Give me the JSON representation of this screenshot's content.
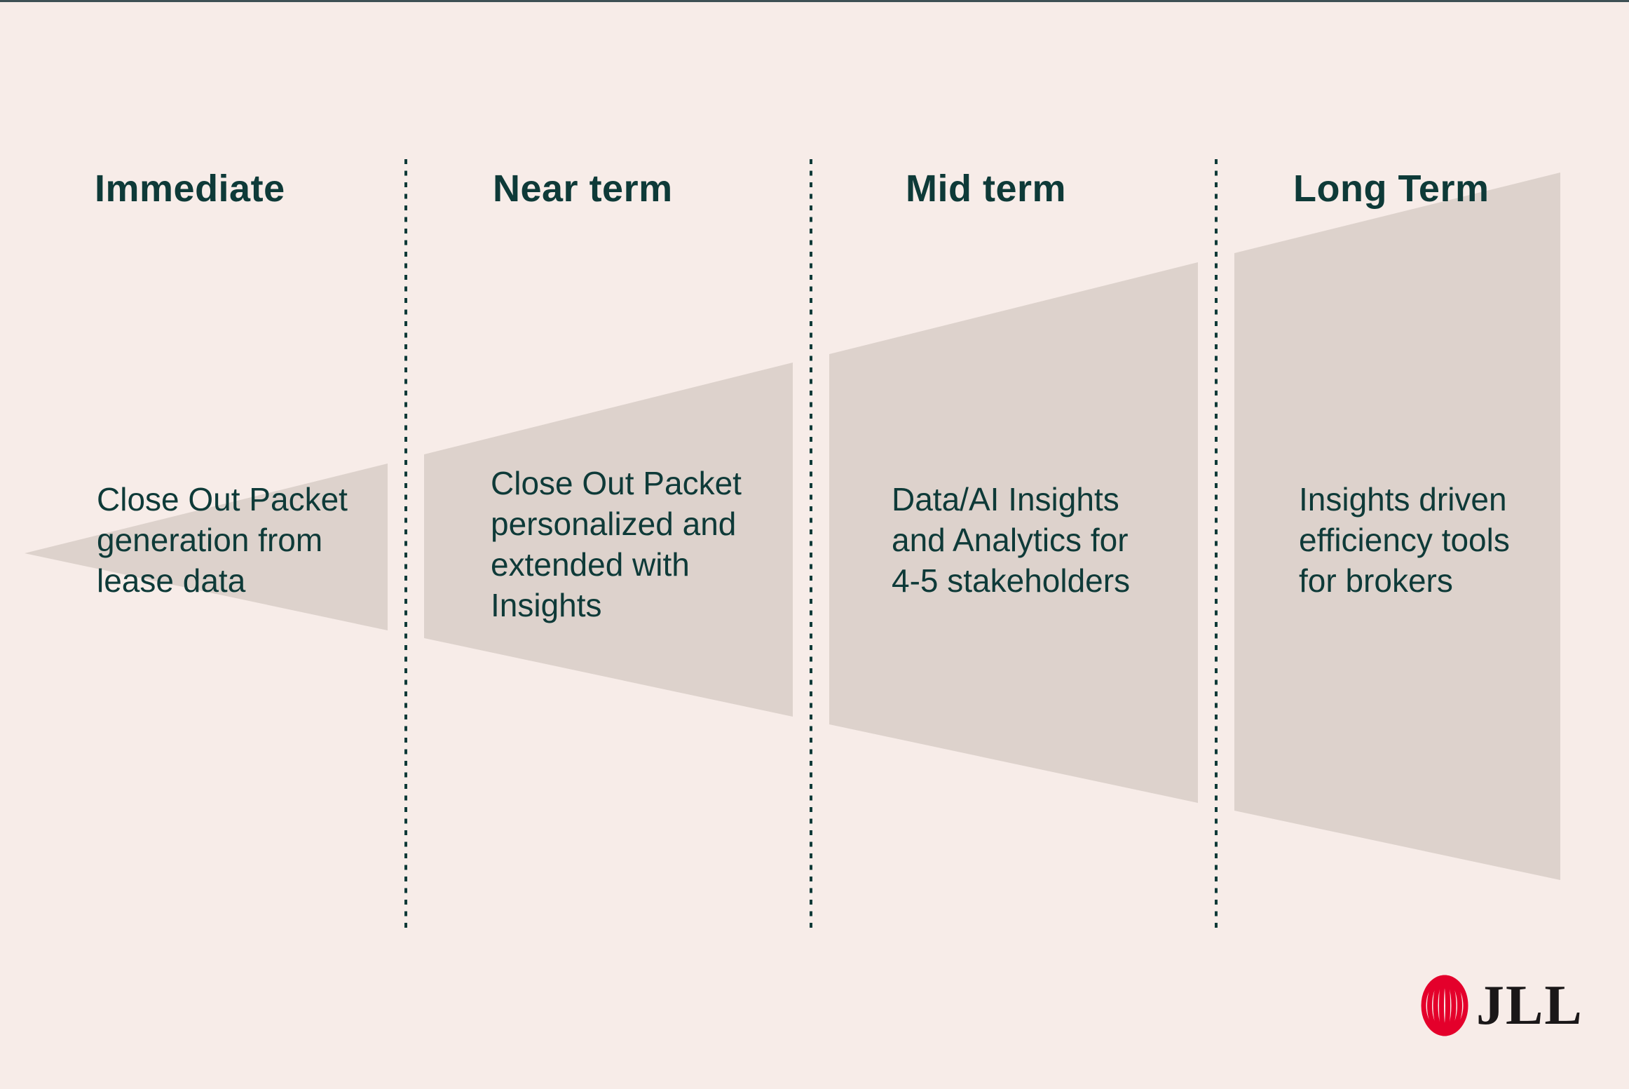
{
  "colors": {
    "background": "#f7ece8",
    "top_bar": "#3e5054",
    "text_teal": "#0e3a38",
    "funnel_fill": "#ddd2cc",
    "divider": "#0e3a38",
    "logo_red": "#e4002b",
    "logo_text_color": "#1a1718"
  },
  "columns": [
    {
      "label": "Immediate",
      "description_lines": [
        "Close Out Packet",
        "generation from",
        "lease data"
      ]
    },
    {
      "label": "Near term",
      "description_lines": [
        "Close Out Packet",
        "personalized and",
        "extended with",
        "Insights"
      ]
    },
    {
      "label": "Mid term",
      "description_lines": [
        "Data/AI Insights",
        "and Analytics for",
        "4-5 stakeholders"
      ]
    },
    {
      "label": "Long Term",
      "description_lines": [
        "Insights driven",
        "efficiency tools",
        "for brokers"
      ]
    }
  ],
  "logo": {
    "text": "JLL",
    "mark": "jll-globe-mark"
  }
}
